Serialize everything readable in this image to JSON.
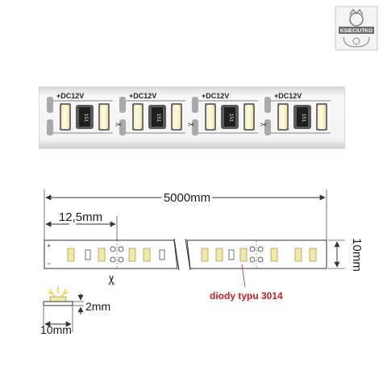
{
  "logo": {
    "brand": "KSIECIUTKO"
  },
  "photo": {
    "label": "+DC12V",
    "resistor_code": "151"
  },
  "dimensions": {
    "total_length": "5000mm",
    "segment_length": "12,5mm",
    "width": "10mm",
    "profile_width": "10mm",
    "profile_height": "2mm"
  },
  "strip_markings": {
    "plus": "+",
    "minus": "−"
  },
  "diode_label": "diody typu 3014",
  "colors": {
    "diode_label": "#c4212a",
    "pcb": "#f7f7f7",
    "led": "#f2e9a8"
  }
}
